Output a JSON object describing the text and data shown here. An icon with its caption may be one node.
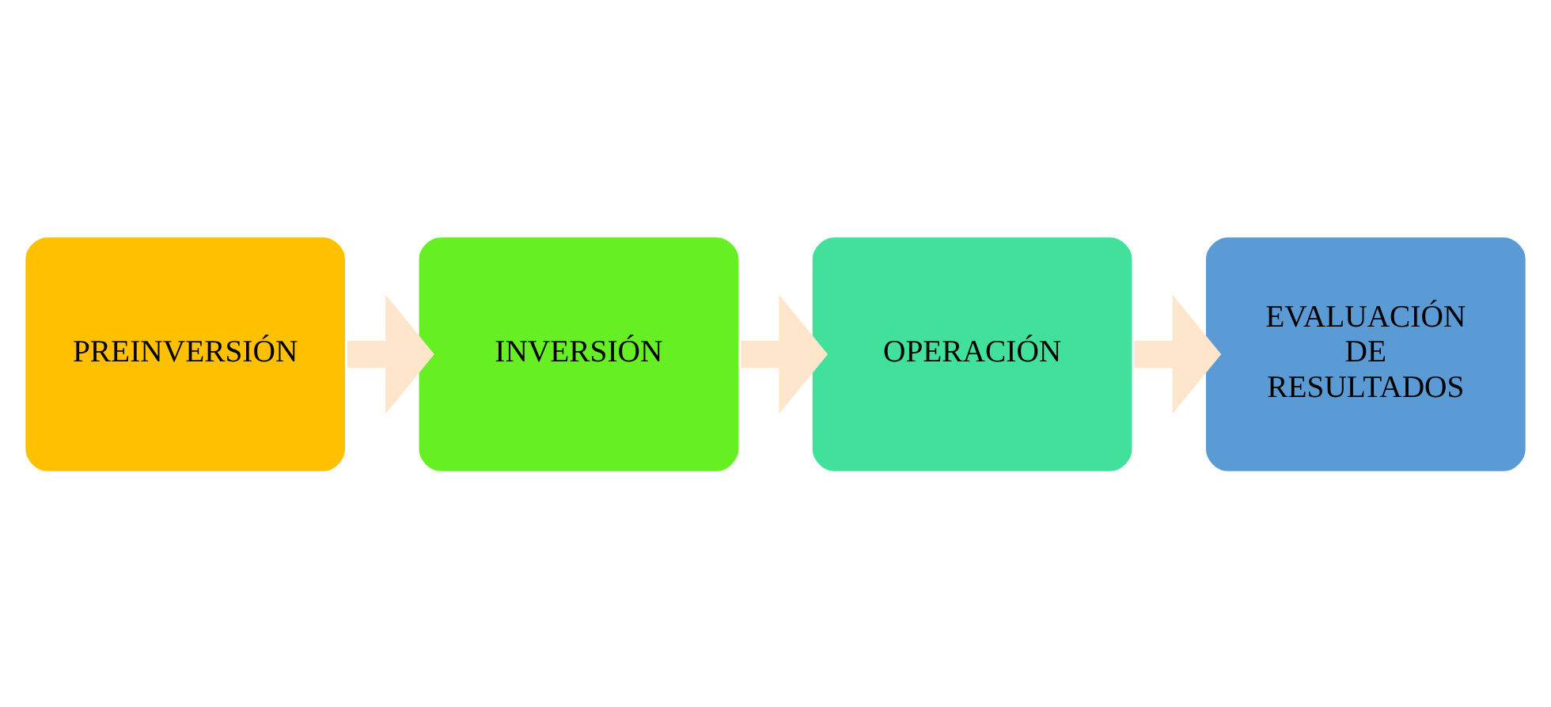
{
  "diagram": {
    "nodes": [
      {
        "text": [
          "PREINVERSIÓN"
        ]
      },
      {
        "text": [
          "INVERSIÓN"
        ]
      },
      {
        "text": [
          "OPERACIÓN"
        ]
      },
      {
        "text": [
          "EVALUACIÓN DE RESULTADOS"
        ]
      }
    ],
    "edges": [
      {
        "from": 0,
        "to": 1,
        "arrow": "to"
      },
      {
        "from": 1,
        "to": 2,
        "arrow": "to"
      },
      {
        "from": 2,
        "to": 3,
        "arrow": "to"
      }
    ]
  }
}
